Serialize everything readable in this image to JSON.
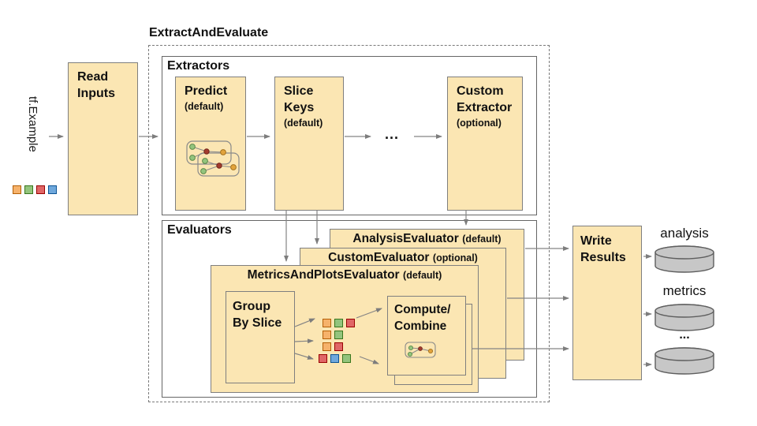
{
  "diagram_title": "ExtractAndEvaluate",
  "input": {
    "label": "tf.Example",
    "format_squares": [
      "orange",
      "green",
      "red",
      "blue"
    ]
  },
  "read_inputs": {
    "line1": "Read",
    "line2": "Inputs"
  },
  "extractors": {
    "label": "Extractors",
    "ellipsis": "...",
    "predict": {
      "name1": "Predict",
      "name2": "",
      "qualifier": "(default)"
    },
    "slice_keys": {
      "name1": "Slice",
      "name2": "Keys",
      "qualifier": "(default)"
    },
    "custom": {
      "name1": "Custom",
      "name2": "Extractor",
      "qualifier": "(optional)"
    }
  },
  "evaluators": {
    "label": "Evaluators",
    "analysis": {
      "name": "AnalysisEvaluator",
      "qualifier": "(default)"
    },
    "custom": {
      "name": "CustomEvaluator",
      "qualifier": "(optional)"
    },
    "metrics_and_plots": {
      "name": "MetricsAndPlotsEvaluator",
      "qualifier": "(default)"
    },
    "group_by_slice": {
      "line1": "Group",
      "line2": "By Slice"
    },
    "compute_combine": {
      "line1": "Compute/",
      "line2": "Combine"
    },
    "grid_rows": [
      [
        "orange",
        "green",
        "red"
      ],
      [
        "orange",
        "green"
      ],
      [
        "orange",
        "red"
      ],
      [
        "red",
        "blue",
        "green"
      ]
    ]
  },
  "write_results": {
    "line1": "Write",
    "line2": "Results"
  },
  "outputs": {
    "labels": [
      "analysis",
      "metrics",
      "..."
    ]
  },
  "colors": {
    "box_fill": "#FBE6B3",
    "box_border": "#7F7F7F",
    "frame_border": "#666666",
    "arrow": "#848484",
    "cylinder_fill": "#C7C7C7",
    "cylinder_border": "#5E5E5E",
    "node_green": "#93C47D",
    "node_red": "#A33B2E",
    "node_yellow": "#E2A33C",
    "palette": {
      "orange": {
        "fill": "#F6B26B",
        "border": "#B45F06"
      },
      "green": {
        "fill": "#93C47D",
        "border": "#38761D"
      },
      "red": {
        "fill": "#E06666",
        "border": "#990000"
      },
      "blue": {
        "fill": "#6FA8DC",
        "border": "#0B5394"
      }
    }
  }
}
